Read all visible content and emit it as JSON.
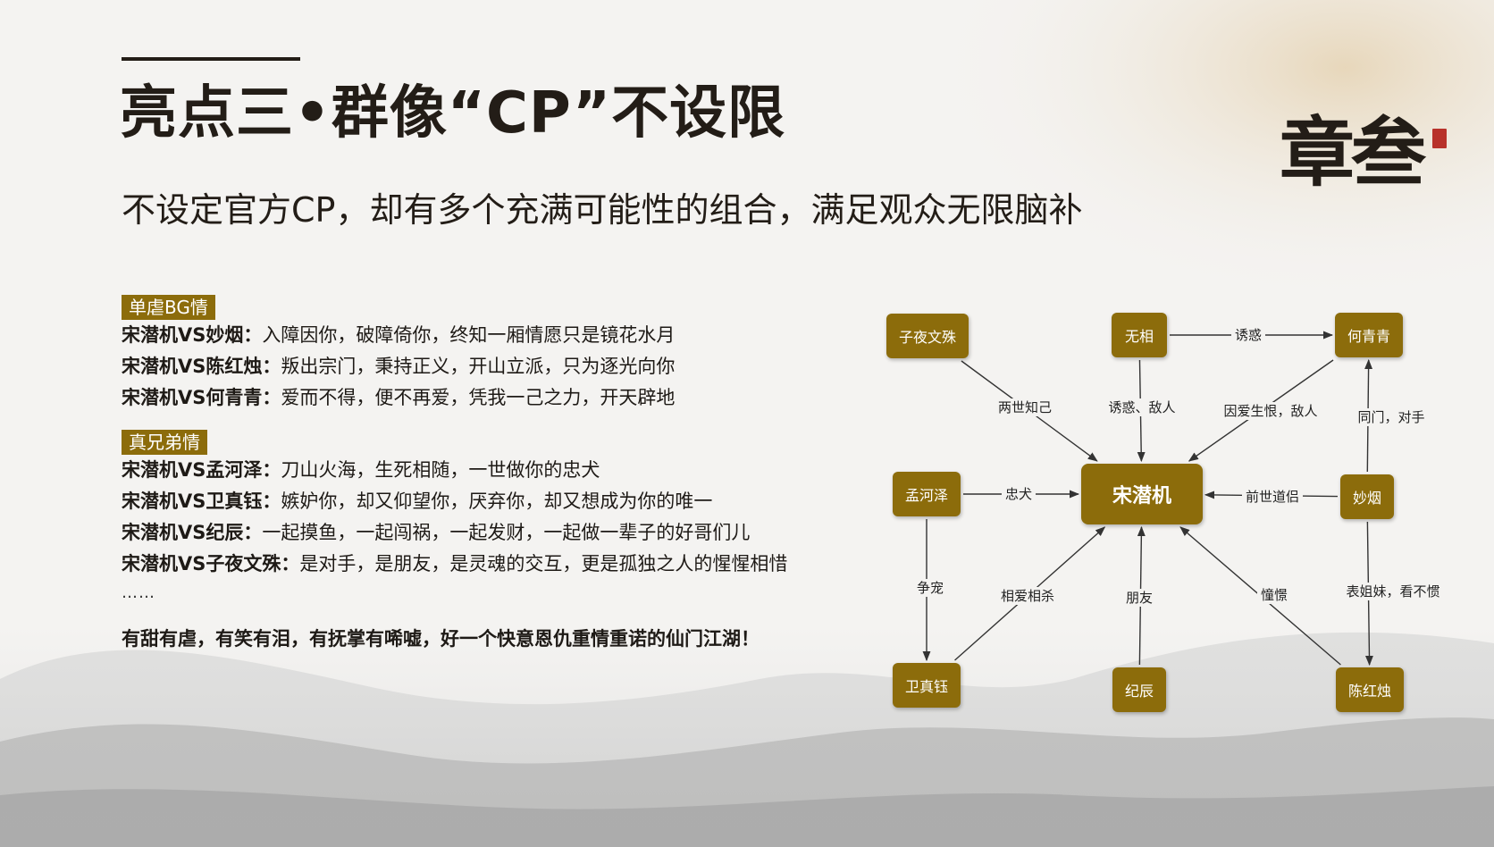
{
  "header": {
    "title": "亮点三•群像“CP”不设限",
    "subtitle": "不设定官方CP，却有多个充满可能性的组合，满足观众无限脑补",
    "chapter_mark": "章叁",
    "seal_icon": "red-seal-icon"
  },
  "sections": [
    {
      "tag": "单虐BG情",
      "lines": [
        {
          "pair": "宋潜机VS妙烟：",
          "text": "入障因你，破障倚你，终知一厢情愿只是镜花水月"
        },
        {
          "pair": "宋潜机VS陈红烛：",
          "text": "叛出宗门，秉持正义，开山立派，只为逐光向你"
        },
        {
          "pair": "宋潜机VS何青青：",
          "text": "爱而不得，便不再爱，凭我一己之力，开天辟地"
        }
      ]
    },
    {
      "tag": "真兄弟情",
      "lines": [
        {
          "pair": "宋潜机VS孟河泽：",
          "text": "刀山火海，生死相随，一世做你的忠犬"
        },
        {
          "pair": "宋潜机VS卫真钰：",
          "text": "嫉妒你，却又仰望你，厌弃你，却又想成为你的唯一"
        },
        {
          "pair": "宋潜机VS纪辰：",
          "text": "一起摸鱼，一起闯祸，一起发财，一起做一辈子的好哥们儿"
        },
        {
          "pair": "宋潜机VS子夜文殊：",
          "text": "是对手，是朋友，是灵魂的交互，更是孤独之人的惺惺相惜"
        }
      ]
    }
  ],
  "ellipsis": "……",
  "closing": "有甜有虐，有笑有泪，有抚掌有唏嘘，好一个快意恩仇重情重诺的仙门江湖！",
  "diagram": {
    "nodes": {
      "center": "宋潜机",
      "ziye": "子夜文殊",
      "wuxiang": "无相",
      "heqingqing": "何青青",
      "menghz": "孟河泽",
      "miaoyan": "妙烟",
      "weizy": "卫真钰",
      "jichen": "纪辰",
      "chenhz": "陈红烛"
    },
    "edges": [
      {
        "from": "ziye",
        "to": "center",
        "label": "两世知己"
      },
      {
        "from": "wuxiang",
        "to": "center",
        "label": "诱惑、敌人"
      },
      {
        "from": "heqingqing",
        "to": "center",
        "label": "因爱生恨，敌人"
      },
      {
        "from": "wuxiang",
        "to": "heqingqing",
        "label": "诱惑"
      },
      {
        "from": "miaoyan",
        "to": "heqingqing",
        "label": "同门，对手"
      },
      {
        "from": "menghz",
        "to": "center",
        "label": "忠犬"
      },
      {
        "from": "miaoyan",
        "to": "center",
        "label": "前世道侣"
      },
      {
        "from": "menghz",
        "to": "weizy",
        "label": "争宠"
      },
      {
        "from": "weizy",
        "to": "center",
        "label": "相爱相杀"
      },
      {
        "from": "jichen",
        "to": "center",
        "label": "朋友"
      },
      {
        "from": "chenhz",
        "to": "center",
        "label": "憧憬"
      },
      {
        "from": "miaoyan",
        "to": "chenhz",
        "label": "表姐妹，看不惯"
      }
    ]
  }
}
